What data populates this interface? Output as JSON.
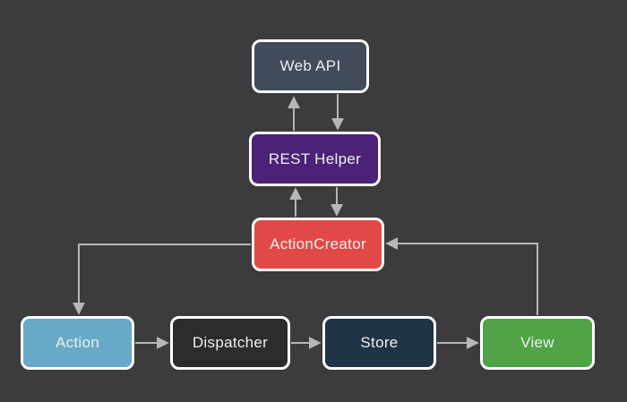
{
  "colors": {
    "background": "#3c3c3e",
    "arrow": "#b6b7b9",
    "node_border": "#ffffff",
    "text": "#eef0f2"
  },
  "diagram": {
    "nodes": [
      {
        "id": "web-api",
        "label": "Web API",
        "color": "#414b59"
      },
      {
        "id": "rest-helper",
        "label": "REST Helper",
        "color": "#4b2277"
      },
      {
        "id": "action-creator",
        "label": "ActionCreator",
        "color": "#e24946"
      },
      {
        "id": "action",
        "label": "Action",
        "color": "#67a9c6"
      },
      {
        "id": "dispatcher",
        "label": "Dispatcher",
        "color": "#2d2b2c"
      },
      {
        "id": "store",
        "label": "Store",
        "color": "#203447"
      },
      {
        "id": "view",
        "label": "View",
        "color": "#50a347"
      }
    ],
    "edges": [
      {
        "from": "rest-helper",
        "to": "web-api"
      },
      {
        "from": "web-api",
        "to": "rest-helper"
      },
      {
        "from": "action-creator",
        "to": "rest-helper"
      },
      {
        "from": "rest-helper",
        "to": "action-creator"
      },
      {
        "from": "action-creator",
        "to": "action"
      },
      {
        "from": "action",
        "to": "dispatcher"
      },
      {
        "from": "dispatcher",
        "to": "store"
      },
      {
        "from": "store",
        "to": "view"
      },
      {
        "from": "view",
        "to": "action-creator"
      }
    ]
  }
}
